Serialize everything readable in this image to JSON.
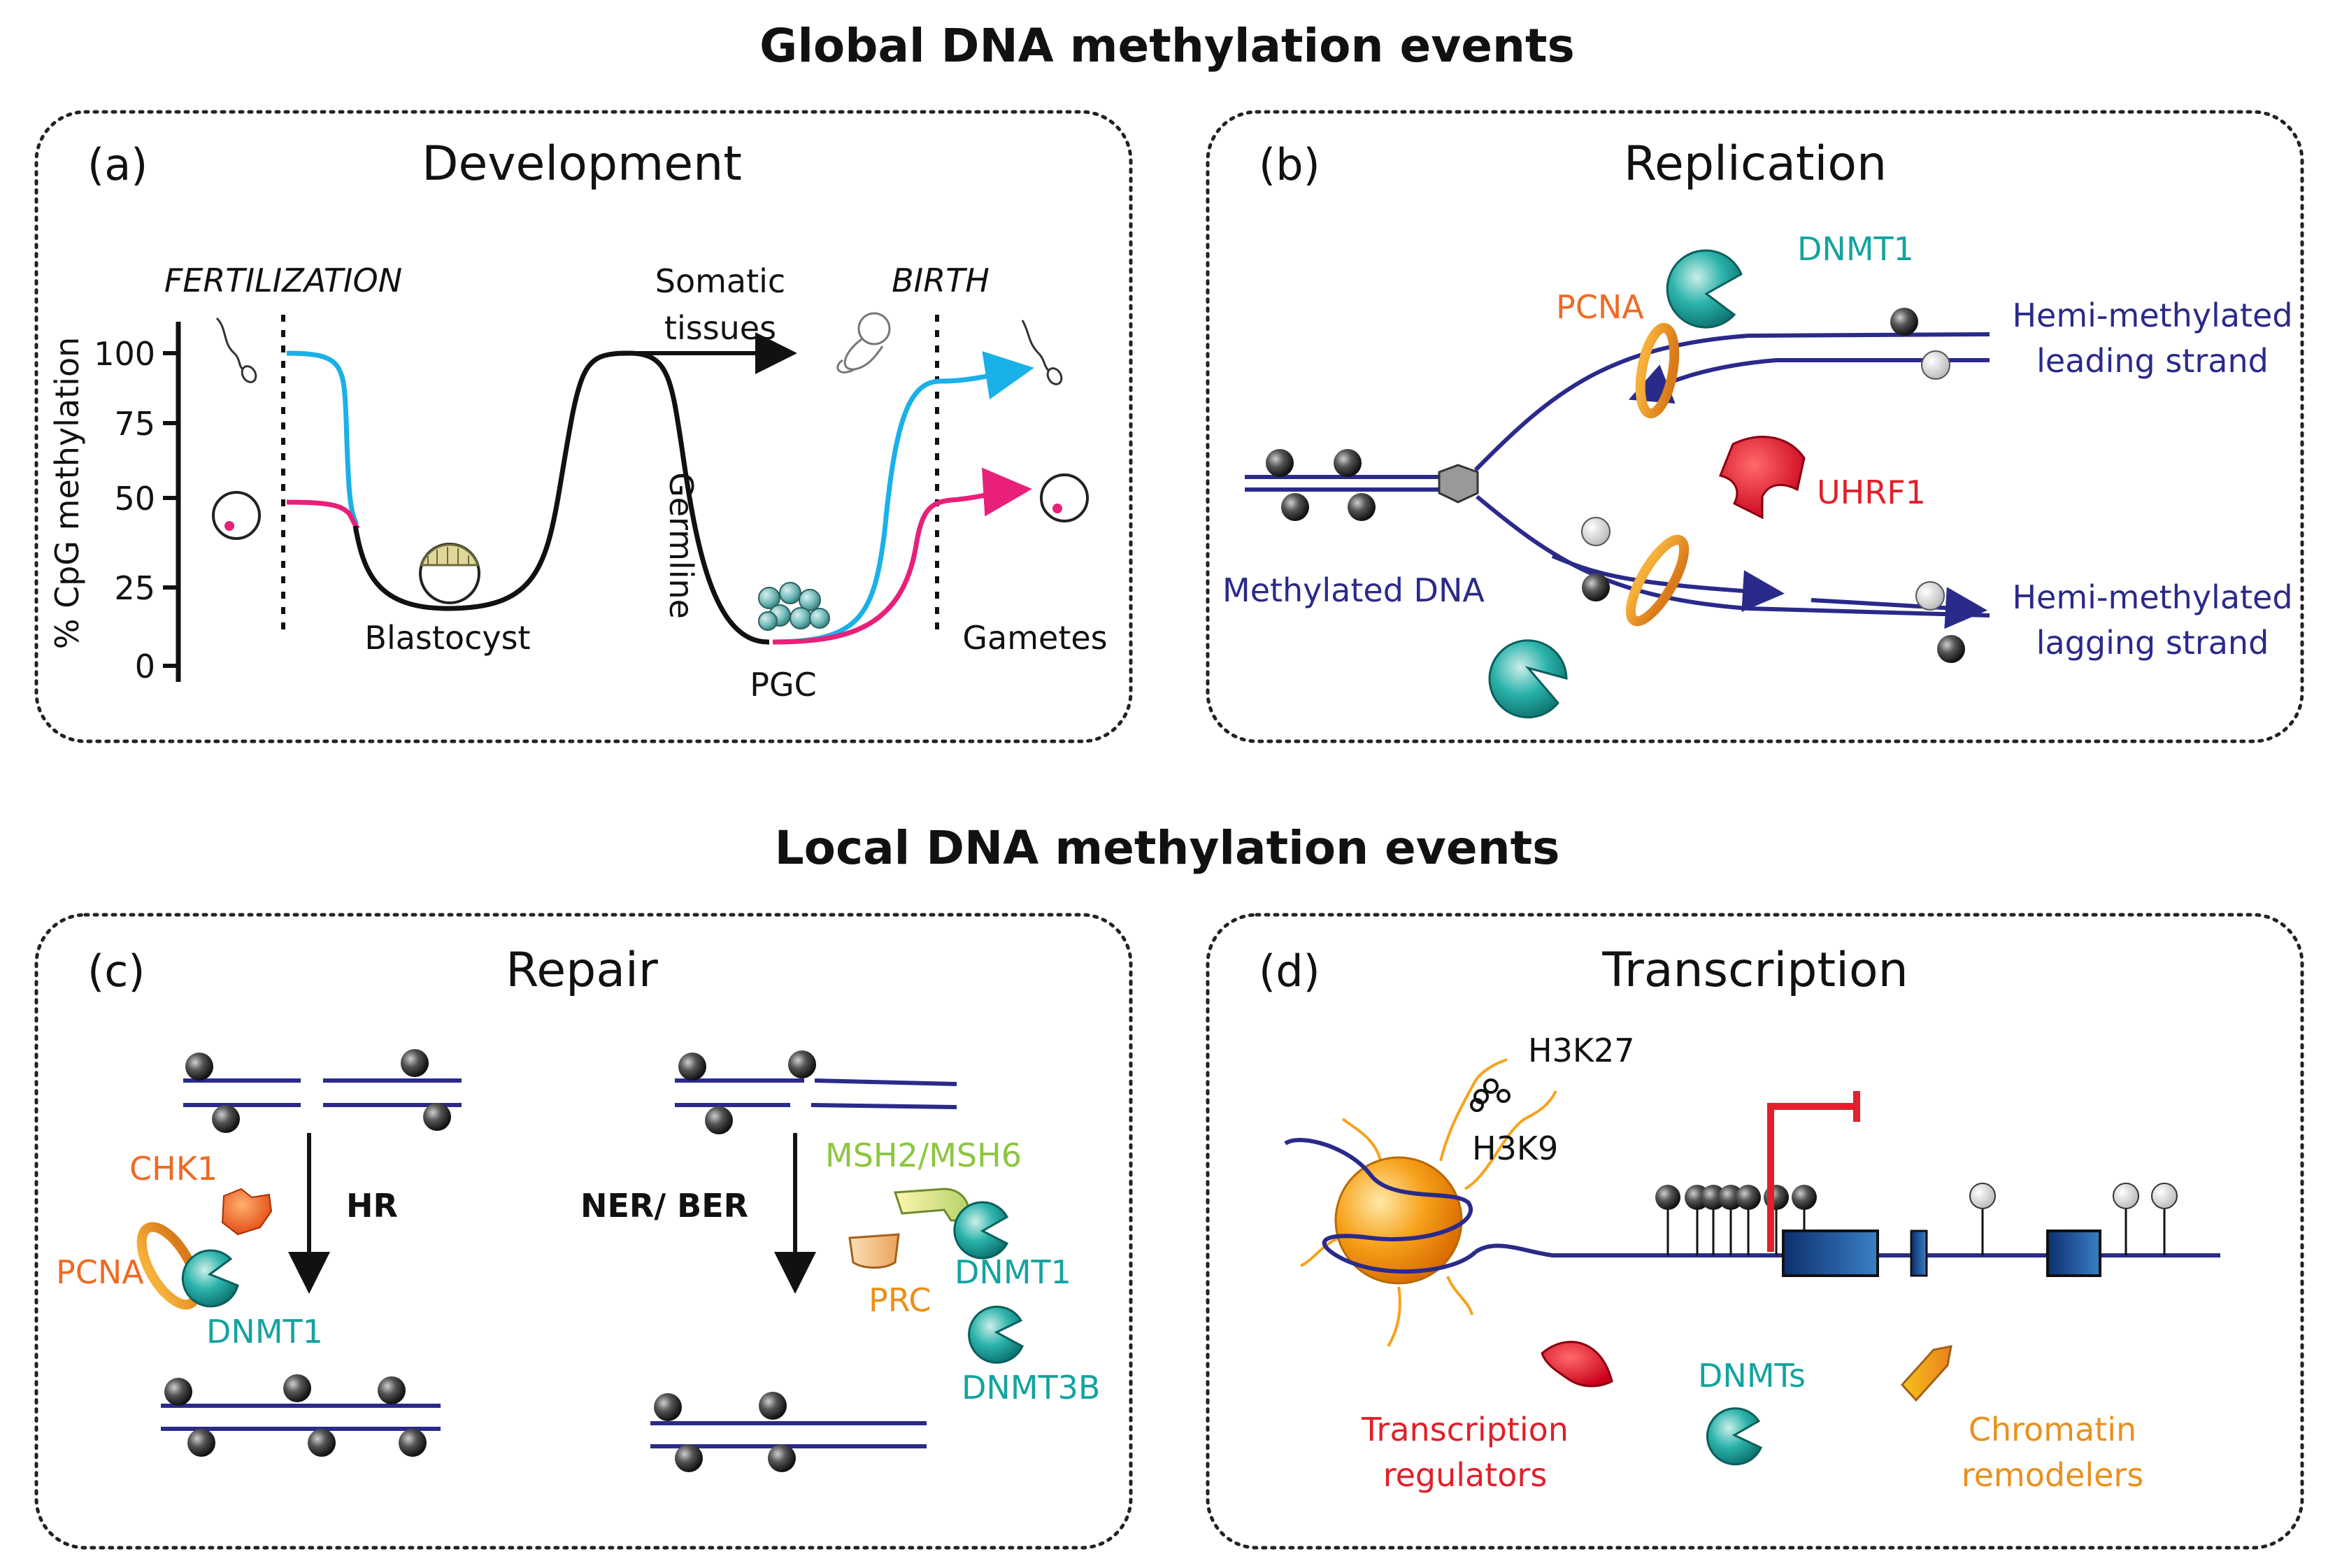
{
  "titles": {
    "global": "Global DNA methylation events",
    "local": "Local DNA methylation events"
  },
  "panel_a": {
    "letter": "(a)",
    "name": "Development",
    "fertilization": "FERTILIZATION",
    "birth": "BIRTH",
    "somatic_1": "Somatic",
    "somatic_2": "tissues",
    "germline": "Germline",
    "blastocyst": "Blastocyst",
    "pgc": "PGC",
    "gametes": "Gametes",
    "ylabel": "% CpG methylation",
    "ticks": [
      "100",
      "75",
      "50",
      "25",
      "0"
    ]
  },
  "panel_b": {
    "letter": "(b)",
    "name": "Replication",
    "dnmt1": "DNMT1",
    "pcna": "PCNA",
    "uhrf1": "UHRF1",
    "methylated_dna": "Methylated DNA",
    "hemi_leading_1": "Hemi-methylated",
    "hemi_leading_2": "leading strand",
    "hemi_lagging_1": "Hemi-methylated",
    "hemi_lagging_2": "lagging strand"
  },
  "panel_c": {
    "letter": "(c)",
    "name": "Repair",
    "chk1": "CHK1",
    "pcna": "PCNA",
    "dnmt1_left": "DNMT1",
    "hr": "HR",
    "ner_ber": "NER/ BER",
    "msh": "MSH2/MSH6",
    "prc": "PRC",
    "dnmt1_right": "DNMT1",
    "dnmt3b": "DNMT3B"
  },
  "panel_d": {
    "letter": "(d)",
    "name": "Transcription",
    "h3k27": "H3K27",
    "h3k9": "H3K9",
    "regulators_1": "Transcription",
    "regulators_2": "regulators",
    "dnmts": "DNMTs",
    "remodelers_1": "Chromatin",
    "remodelers_2": "remodelers"
  },
  "colors": {
    "dna": "#2a2a8a",
    "teal": "#14a3a0",
    "pcna": "#ef6a23",
    "uhrf1": "#e0202a",
    "msh": "#8dc63f",
    "prc": "#e8911c",
    "paternal_curve": "#1ab0e8",
    "maternal_curve": "#e8207a"
  }
}
